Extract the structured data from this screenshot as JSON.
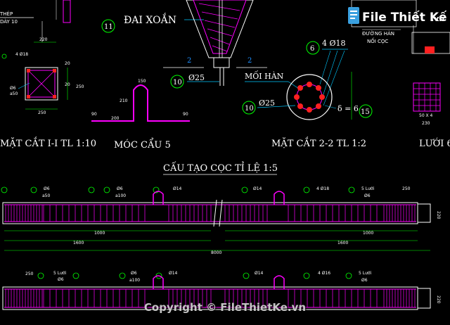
{
  "headers": {
    "dai_xoan": "ĐAI XOẮN",
    "moi_han": "MỐI HÀN",
    "duong_han": "ĐƯỜNG HÀN",
    "noi_coc": "NỐI CỌC",
    "thep": "THÉP",
    "day10": "DÀY 10"
  },
  "section_titles": {
    "cut11": "MẶT CẮT I-I TL 1:10",
    "hook": "MÓC CẨU 5",
    "cut22": "MẶT CẮT 2-2 TL 1:2",
    "mesh": "LƯỚI 6",
    "main": "CẤU TẠO CỌC TỈ LỆ 1:5"
  },
  "bubbles": {
    "b11": "11",
    "b10a": "10",
    "b10b": "10",
    "b6": "6",
    "b15": "15",
    "b2a": "2",
    "b2b": "2"
  },
  "specs": {
    "d25a": "Ø25",
    "d25b": "Ø25",
    "d18_top": "4 Ø18",
    "delta": "δ = 6",
    "d14a": "Ø14",
    "d14b": "Ø14",
    "d14c": "Ø14",
    "d14d": "Ø14",
    "d18a": "4 Ø18",
    "d18b": "4 Ø16",
    "d6a": "Ø6",
    "d6b": "Ø6",
    "d6c": "Ø6",
    "d6d": "Ø6",
    "a50": "a50",
    "a100a": "a100",
    "a100b": "a100",
    "luoi5a": "5 Lưới",
    "luoi5b": "5 Lưới",
    "luoi5c": "5 Lưới"
  },
  "dims": {
    "d220": "220",
    "d250a": "250",
    "d250b": "250",
    "d20a": "20",
    "d20b": "20",
    "d150": "150",
    "d210": "210",
    "d90a": "90",
    "d90b": "90",
    "d200": "200",
    "d50x4": "50 X 4",
    "d230": "230",
    "d1000a": "1000",
    "d1000b": "1000",
    "d1600a": "1600",
    "d1600b": "1600",
    "d8000": "8000",
    "d250c": "250",
    "d250d": "250",
    "d220b": "220",
    "d220c": "220"
  },
  "logo": {
    "brand": "File Thiết Kế",
    "tld": ".vn"
  },
  "copyright": "Copyright © FileThietKe.vn",
  "colors": {
    "background": "#000000",
    "rebar": "#ff00ff",
    "outline": "#ffffff",
    "dimension": "#00ff00",
    "leader": "#00c8ff",
    "weld": "#ff2020"
  }
}
